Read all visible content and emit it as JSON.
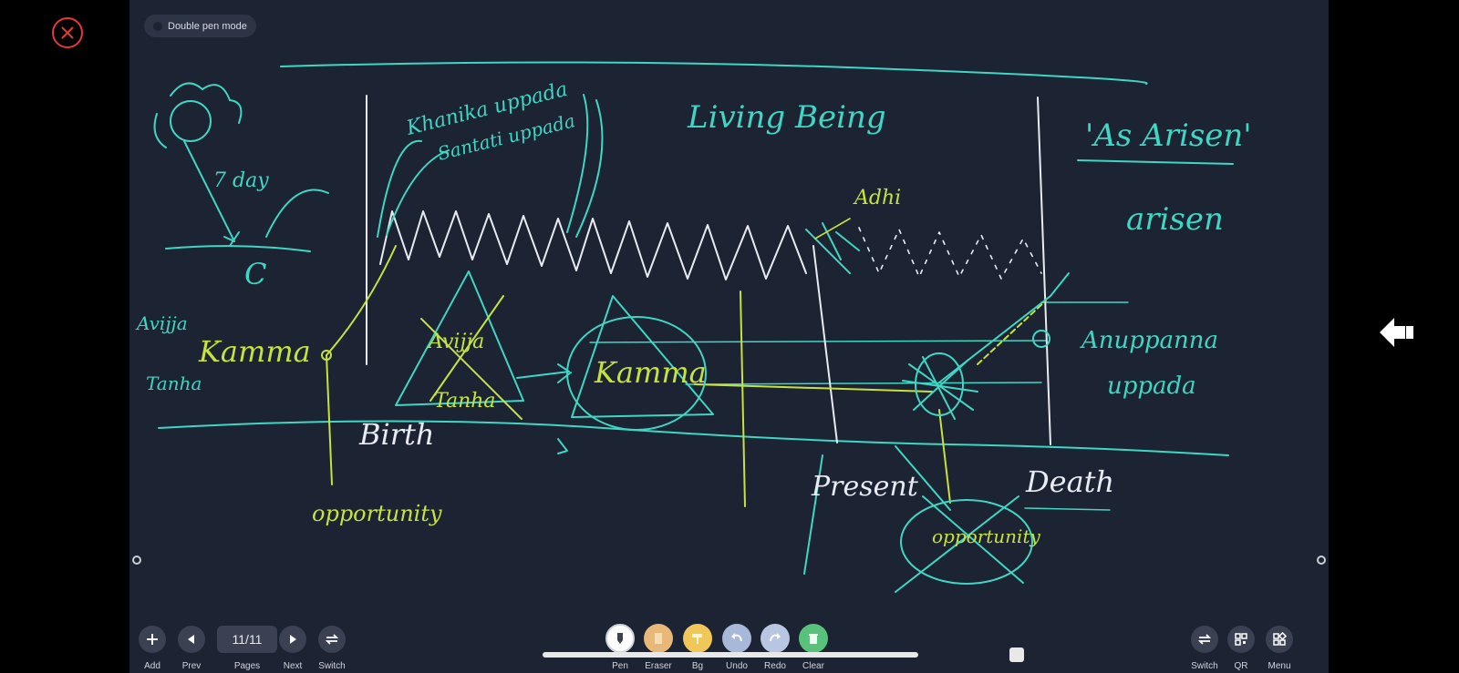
{
  "double_pen": {
    "label": "Double pen mode"
  },
  "board_text": {
    "living_being": "Living Being",
    "as_arisen": "'As Arisen'",
    "arisen": "arisen",
    "birth": "Birth",
    "present": "Present",
    "death": "Death",
    "kamma_left": "Kamma",
    "kamma_center": "Kamma",
    "avijja": "Avijja",
    "tanha": "Tanha",
    "avijja_tanha_center_1": "Avijja",
    "avijja_tanha_center_2": "Tanha",
    "opportunity": "opportunity",
    "opportunity_crossed": "opportunity",
    "anuppanna": "Anuppanna",
    "uppada": "uppada",
    "khanika": "Khanika uppada",
    "santati": "Santati uppada",
    "seven_day": "7 day",
    "c_letter": "C",
    "adhi": "Adhi"
  },
  "toolbar": {
    "add_label": "Add",
    "prev_label": "Prev",
    "pages_label": "Pages",
    "page_counter": "11/11",
    "next_label": "Next",
    "switch_label": "Switch",
    "pen_label": "Pen",
    "eraser_label": "Eraser",
    "bg_label": "Bg",
    "undo_label": "Undo",
    "redo_label": "Redo",
    "clear_label": "Clear",
    "switch_right_label": "Switch",
    "qr_label": "QR",
    "menu_label": "Menu"
  },
  "colors": {
    "board_bg": "#1c2333",
    "ink_cyan": "#3fd6c4",
    "ink_yellow": "#c6e33b",
    "ink_white": "#e8ecf2",
    "close_red": "#e53935"
  }
}
